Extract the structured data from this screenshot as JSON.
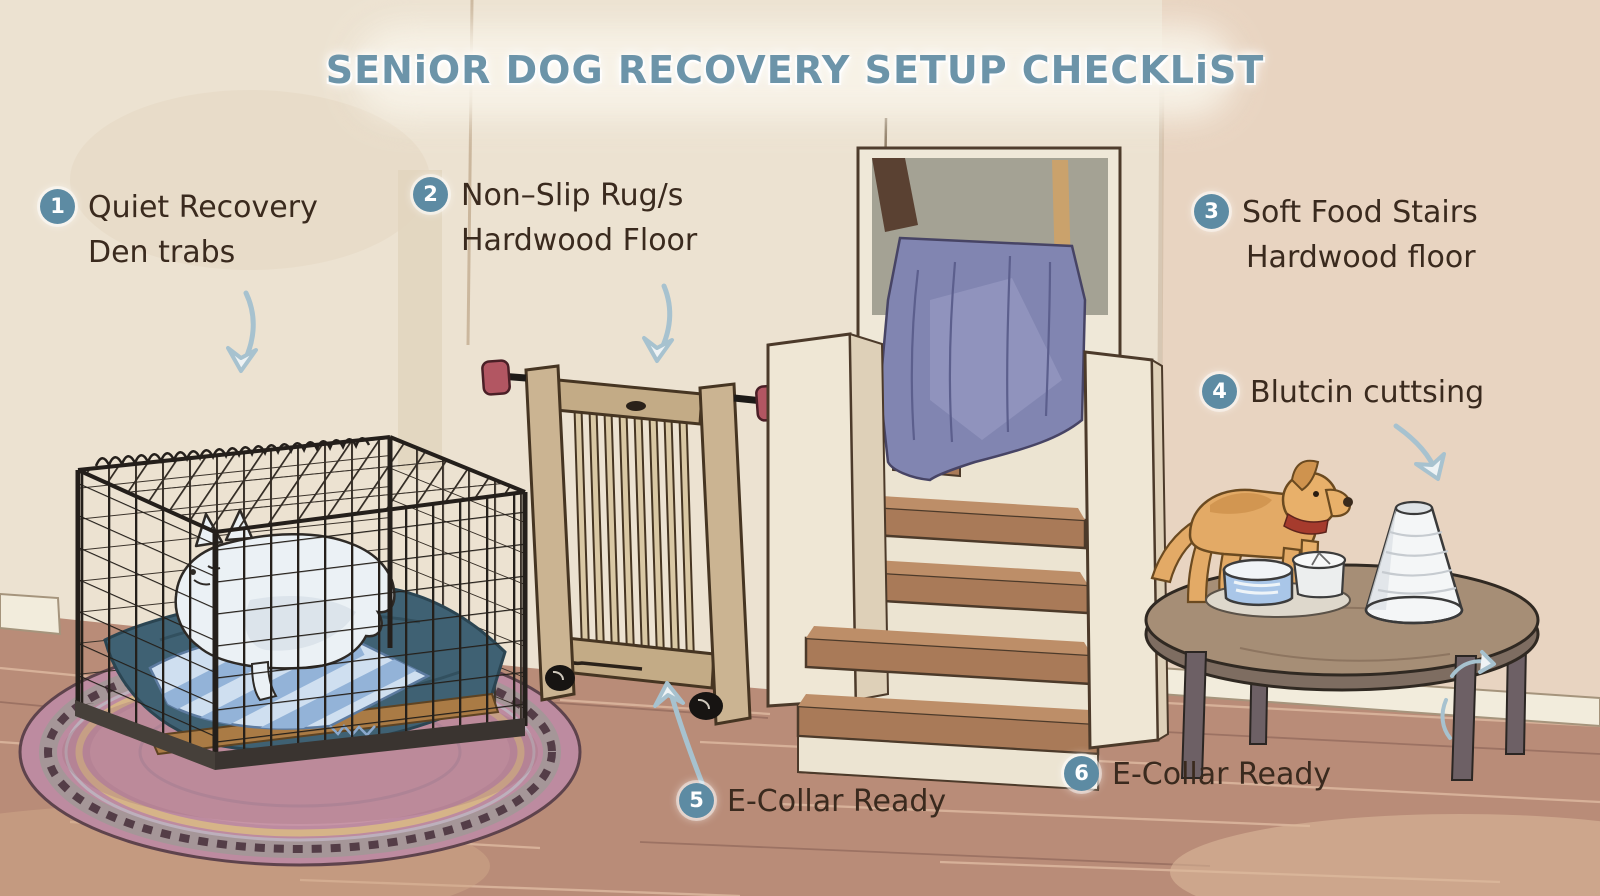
{
  "title": "SENiOR DOG RECOVERY SETUP CHECKLiST",
  "annotations": [
    {
      "number": "1",
      "line1": "Quiet Recovery",
      "line2": "Den trabs"
    },
    {
      "number": "2",
      "line1": "Non–Slip Rug/s",
      "line2": "Hardwood Floor"
    },
    {
      "number": "3",
      "line1": "Soft Food Stairs",
      "line2": "Hardwood floor"
    },
    {
      "number": "4",
      "line1": "Blutcin cuttsing",
      "line2": ""
    },
    {
      "number": "5",
      "line1": "E-Collar Ready",
      "line2": ""
    },
    {
      "number": "6",
      "line1": "E-Collar Ready",
      "line2": ""
    }
  ],
  "scene": {
    "items": [
      "wire-dog-crate",
      "sleeping-white-dog",
      "teal-crate-bed",
      "striped-blanket",
      "oval-pink-rug",
      "wooden-pet-gate",
      "staircase",
      "purple-stair-blanket",
      "oval-coffee-table",
      "blue-food-bowl",
      "white-cup",
      "e-collar-cone",
      "standing-tan-dog"
    ],
    "arrows": [
      "curved-arrow-down-to-crate",
      "curved-arrow-down-to-gate",
      "curved-arrow-down-to-cone",
      "curved-arrow-up-to-gate",
      "small-arrow-at-table-leg",
      "small-arrow-at-table-leg-2"
    ]
  },
  "colors": {
    "wall": "#ece2d1",
    "wall_right": "#e8d4c1",
    "floor": "#b98c78",
    "title_blue": "#6c94a9",
    "badge_blue": "#5d8ba3",
    "label_text": "#3a2a1e",
    "rug_pink": "#bd8ba0",
    "bed_teal": "#3f6173",
    "blanket_purple": "#8185b1",
    "gate_wood": "#cbb492",
    "gate_knob_red": "#b25662",
    "step_brown": "#a97a58",
    "dog_tan": "#e3aa66",
    "arrow_blue": "#a7c2cf",
    "cone_white": "#f4f6f7"
  }
}
